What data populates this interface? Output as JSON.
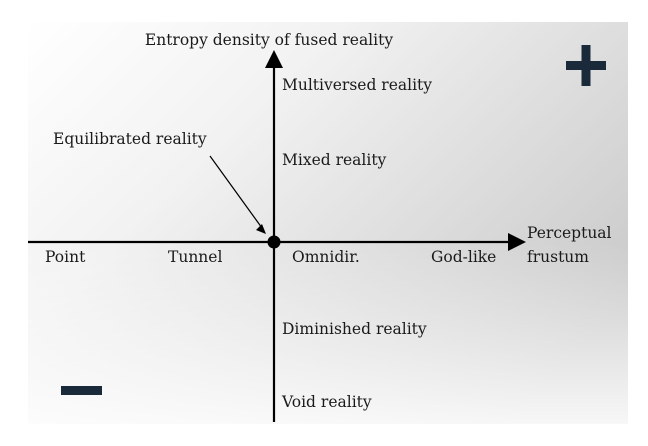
{
  "diagram": {
    "y_axis": {
      "title": "Entropy density of fused reality",
      "levels": [
        "Multiversed reality",
        "Mixed reality",
        "Diminished reality",
        "Void reality"
      ]
    },
    "x_axis": {
      "title_line1": "Perceptual",
      "title_line2": "frustum",
      "levels": [
        "Point",
        "Tunnel",
        "Omnidir.",
        "God-like"
      ]
    },
    "origin_annotation": "Equilibrated reality",
    "positive_sign": "+",
    "negative_sign": "−",
    "colors": {
      "axis": "#000000",
      "sign": "#1b2a3a",
      "text": "#1a1a1a",
      "background_gradient": [
        "#ffffff",
        "#d6d6d6"
      ]
    }
  }
}
